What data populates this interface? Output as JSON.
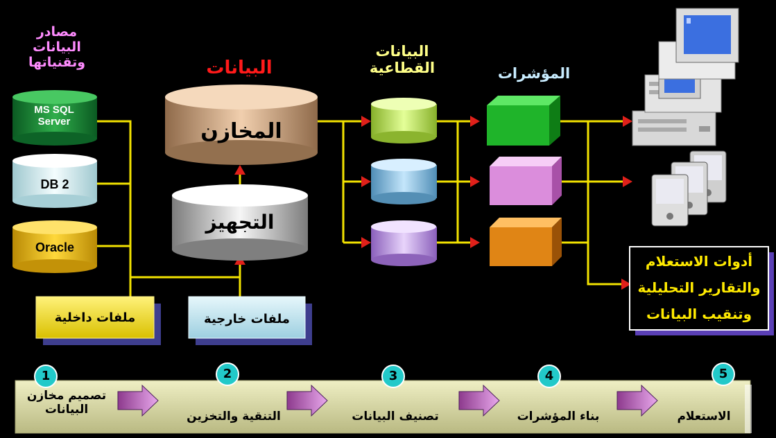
{
  "headings": {
    "sources": "مصادر البيانات وتقنياتها",
    "data": "البيانات",
    "sectoral": "البيانات القطاعية",
    "indicators": "المؤشرات"
  },
  "sources": {
    "sql": "MS SQL Server",
    "db2": "DB 2",
    "oracle": "Oracle"
  },
  "files": {
    "internal": "ملفات داخلية",
    "external": "ملفات خارجية"
  },
  "warehouse": {
    "stores": "المخازن",
    "prep": "التجهيز"
  },
  "tools": {
    "line1": "أدوات الاستعلام",
    "line2": "والتقارير التحليلية",
    "line3": "وتنقيب البيانات"
  },
  "steps": [
    {
      "num": "1",
      "label": "تصميم مخازن البيانات"
    },
    {
      "num": "2",
      "label": "التنقية والتخزين"
    },
    {
      "num": "3",
      "label": "تصنيف البيانات"
    },
    {
      "num": "4",
      "label": "بناء المؤشرات"
    },
    {
      "num": "5",
      "label": "الاستعلام"
    }
  ],
  "colors": {
    "connector": "#f2e200",
    "arrow": "#e0201a",
    "sql": "#1f8a3a",
    "db2": "#d9f3f6",
    "oracle": "#f3c41a",
    "stores": "#cba585",
    "prep": "#c9c9c9",
    "mart_green": "#c8ee63",
    "mart_blue": "#8ec6e8",
    "mart_purple": "#c9a3ef",
    "ind_green": "#22c22a",
    "ind_pink": "#e79be8",
    "ind_orange": "#e98b1f",
    "bar": "#d9d9a6"
  }
}
